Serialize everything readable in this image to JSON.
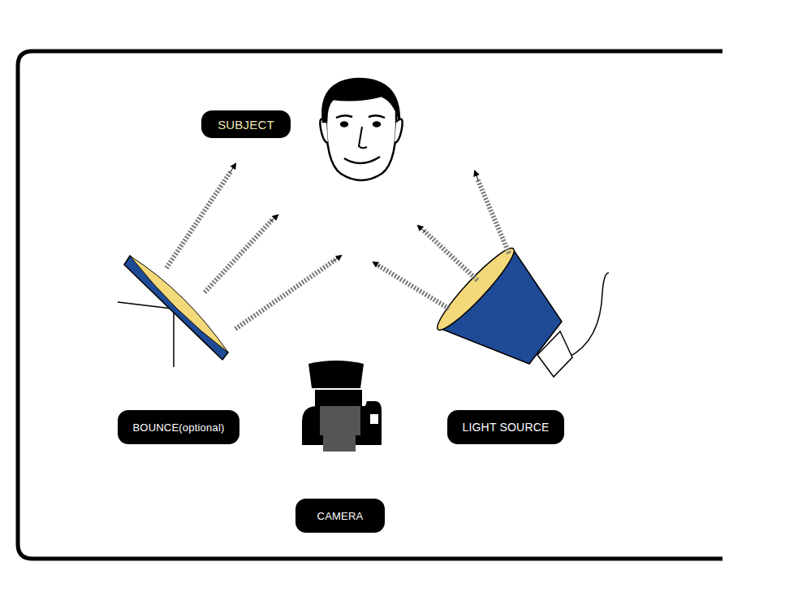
{
  "diagram": {
    "nodes": [
      {
        "text": [
          "SUBJECT"
        ]
      },
      {
        "text": [
          "BOUNCE(optional)"
        ]
      },
      {
        "text": [
          "LIGHT SOURCE"
        ]
      },
      {
        "text": [
          "CAMERA"
        ]
      }
    ]
  }
}
